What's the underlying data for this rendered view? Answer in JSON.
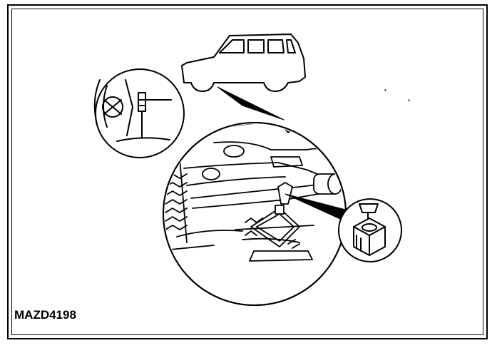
{
  "figure": {
    "label": "MAZD4198"
  },
  "colors": {
    "line": "#000000",
    "background": "#ffffff"
  },
  "icons": [
    "vehicle-silhouette",
    "jack-point-detail",
    "scissor-jack",
    "jack-head-detail"
  ]
}
